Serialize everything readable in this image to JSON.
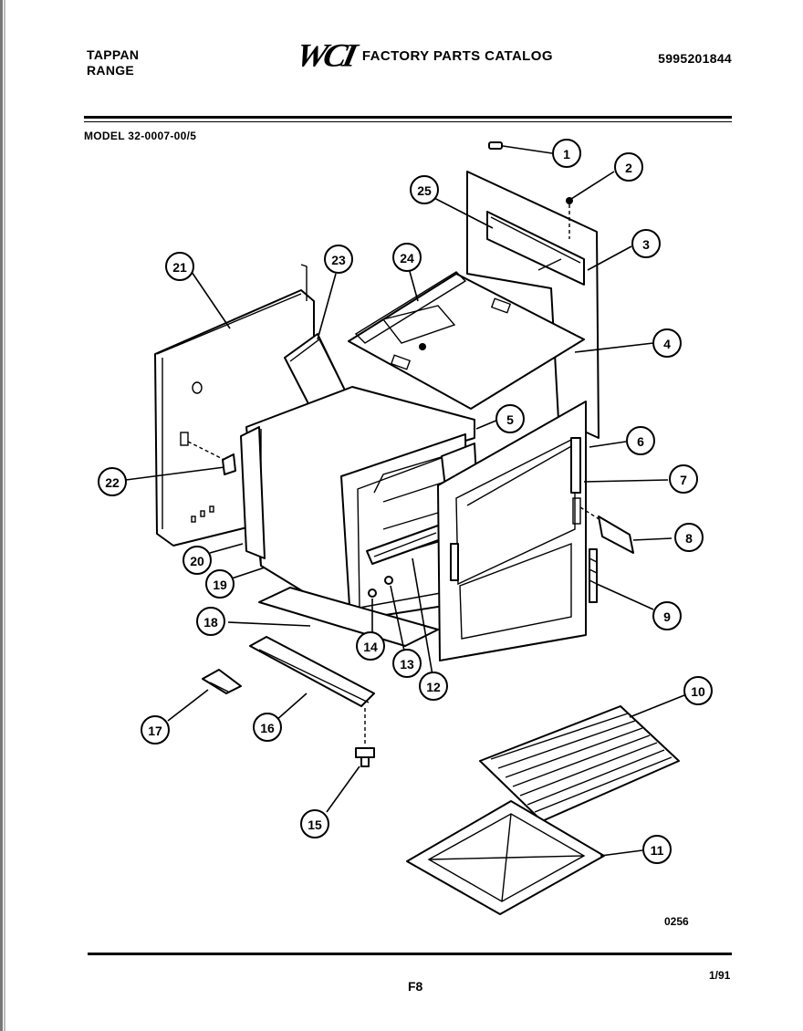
{
  "header": {
    "brand_line1": "TAPPAN",
    "brand_line2": "RANGE",
    "logo": "WCI",
    "catalog_title": "FACTORY PARTS CATALOG",
    "part_number": "5995201844"
  },
  "model": "MODEL 32-0007-00/5",
  "footer": {
    "figure_code": "0256",
    "page": "F8",
    "date": "1/91"
  },
  "callouts": [
    "1",
    "2",
    "3",
    "4",
    "5",
    "6",
    "7",
    "8",
    "9",
    "10",
    "11",
    "12",
    "13",
    "14",
    "15",
    "16",
    "17",
    "18",
    "19",
    "20",
    "21",
    "22",
    "23",
    "24",
    "25"
  ]
}
